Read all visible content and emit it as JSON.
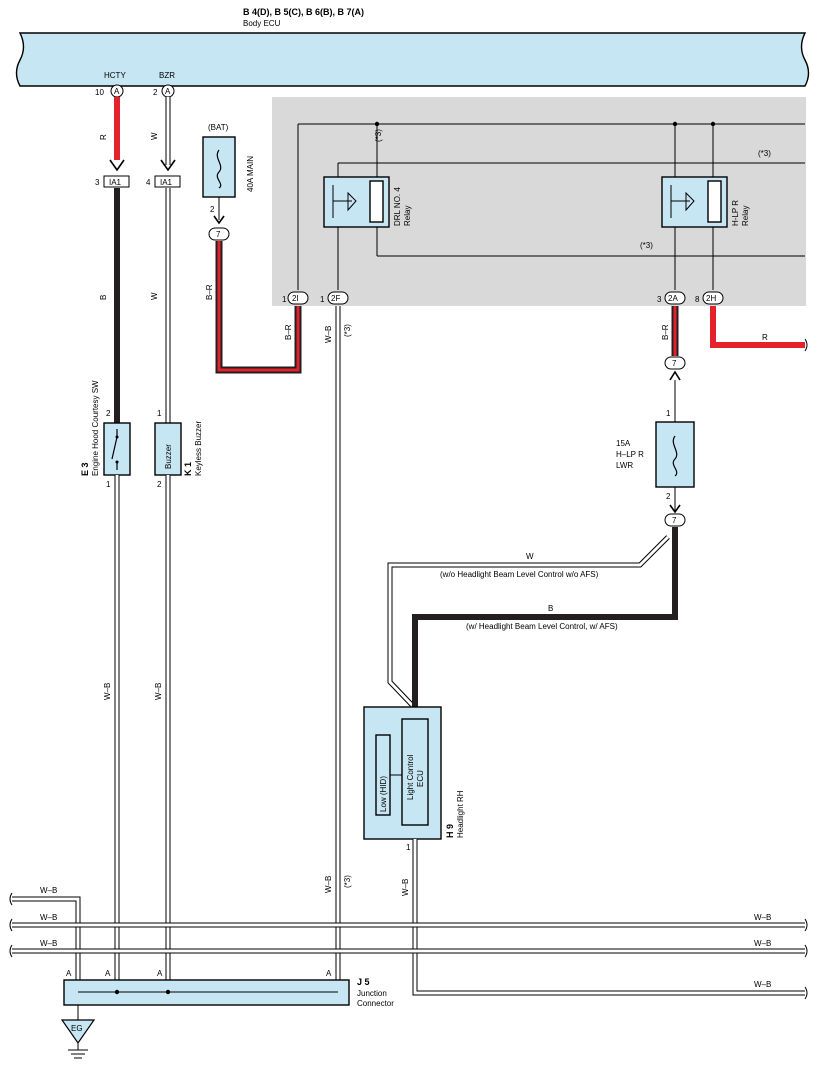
{
  "ecu": {
    "connectors": "B 4(D), B 5(C), B 6(B), B 7(A)",
    "name": "Body ECU",
    "pins": [
      {
        "num": "10",
        "conn": "A",
        "signal": "HCTY"
      },
      {
        "num": "2",
        "conn": "A",
        "signal": "BZR"
      }
    ]
  },
  "fuse_main": {
    "label": "(BAT)",
    "name": "40A MAIN",
    "pin": "2",
    "connector": "7"
  },
  "relays": [
    {
      "name": "DRL NO. 4",
      "sub": "Relay",
      "note": "(*3)"
    },
    {
      "name": "H-LP R",
      "sub": "Relay",
      "note": "(*3)"
    }
  ],
  "relay_box": {
    "pins": [
      {
        "num": "1",
        "id": "2I"
      },
      {
        "num": "1",
        "id": "2F"
      },
      {
        "num": "3",
        "id": "2A"
      },
      {
        "num": "8",
        "id": "2H"
      }
    ],
    "note_inner": "(*3)"
  },
  "ia1": [
    {
      "num": "3",
      "id": "IA1"
    },
    {
      "num": "4",
      "id": "IA1"
    }
  ],
  "wires": {
    "r": "R",
    "w": "W",
    "b": "B",
    "br": "B–R",
    "wb": "W–B",
    "note3": "(*3)"
  },
  "components": {
    "hood_sw": {
      "code": "E 3",
      "name": "Engine Hood Courtesy SW",
      "pin_top": "2",
      "pin_bottom": "1"
    },
    "buzzer": {
      "code": "K 1",
      "name": "Keyless Buzzer",
      "inner": "Buzzer",
      "pin_top": "1",
      "pin_bottom": "2"
    },
    "fuse_lwr": {
      "l1": "15A",
      "l2": "H–LP R",
      "l3": "LWR",
      "pin_top": "1",
      "pin_bottom": "2",
      "connector": "7"
    },
    "headlight": {
      "code": "H 9",
      "name": "Headlight RH",
      "low": "Low (HID)",
      "ecu1": "Light Control",
      "ecu2": "ECU",
      "pin": "1"
    },
    "junction": {
      "code": "J 5",
      "name1": "Junction",
      "name2": "Connector",
      "pin": "A"
    },
    "ground": {
      "label": "EG"
    }
  },
  "notes": {
    "wo_level": "(w/o Headlight Beam Level Control w/o AFS)",
    "w_level": "(w/ Headlight Beam Level Control,  w/ AFS)"
  },
  "colors": {
    "red_wire": "#e3222b",
    "black_wire": "#231f20",
    "component_fill": "#c7e6f3",
    "relay_area": "#d9d9d9"
  }
}
